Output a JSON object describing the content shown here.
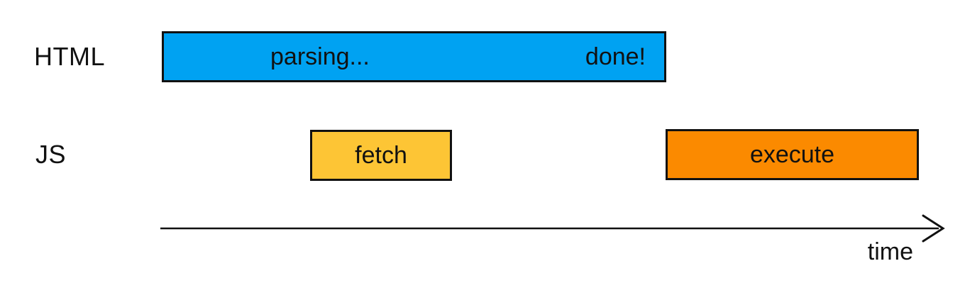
{
  "diagram": {
    "title": "html-parsing-vs-script-timeline",
    "rows": [
      {
        "id": "html",
        "label": "HTML"
      },
      {
        "id": "js",
        "label": "JS"
      }
    ],
    "bars": {
      "parsing": {
        "row": "HTML",
        "label_left": "parsing...",
        "label_right": "done!",
        "color": "#00A2F2"
      },
      "fetch": {
        "row": "JS",
        "label": "fetch",
        "color": "#FDC535"
      },
      "execute": {
        "row": "JS",
        "label": "execute",
        "color": "#FB8A00"
      }
    },
    "axis": {
      "label": "time"
    },
    "colors": {
      "background": "#FFFFFF",
      "ink": "#111111",
      "parsing_bar": "#00A2F2",
      "fetch_bar": "#FDC535",
      "execute_bar": "#FB8A00"
    }
  }
}
